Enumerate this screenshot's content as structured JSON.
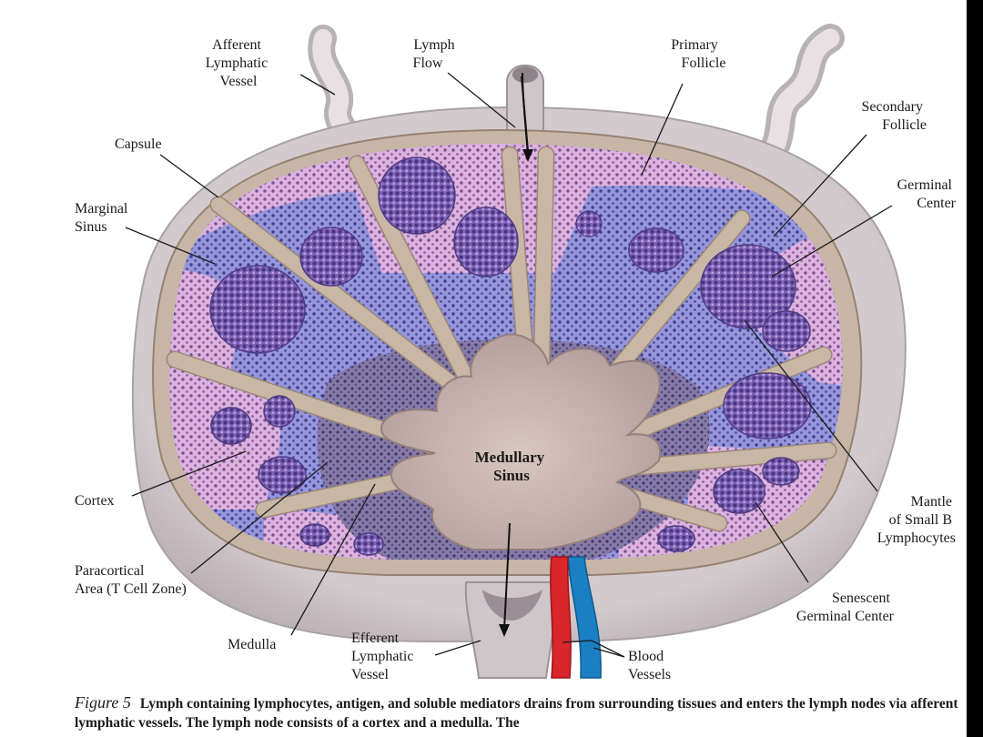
{
  "labels": {
    "afferent": [
      "Afferent",
      "Lymphatic",
      "Vessel"
    ],
    "lymph_flow": [
      "Lymph",
      "Flow"
    ],
    "primary_follicle": [
      "Primary",
      "Follicle"
    ],
    "secondary_follicle": [
      "Secondary",
      "Follicle"
    ],
    "germinal_center": [
      "Germinal",
      "Center"
    ],
    "capsule": [
      "Capsule"
    ],
    "marginal_sinus": [
      "Marginal",
      "Sinus"
    ],
    "medullary_sinus": [
      "Medullary",
      "Sinus"
    ],
    "cortex": [
      "Cortex"
    ],
    "mantle": [
      "Mantle",
      "of Small B",
      "Lymphocytes"
    ],
    "paracortical": [
      "Paracortical",
      "Area (T Cell Zone)"
    ],
    "senescent": [
      "Senescent",
      "Germinal Center"
    ],
    "medulla": [
      "Medulla"
    ],
    "efferent": [
      "Efferent",
      "Lymphatic",
      "Vessel"
    ],
    "blood_vessels": [
      "Blood",
      "Vessels"
    ]
  },
  "caption": {
    "figure": "Figure 5",
    "text": "Lymph containing lymphocytes, antigen, and soluble mediators drains from surrounding tissues and enters the lymph nodes via afferent lymphatic vessels. The lymph node consists of a cortex and a medulla. The"
  },
  "colors": {
    "capsule": "#cdc3c6",
    "cortex_pink": "#d6a8d9",
    "paracortex_blue": "#8f8fd8",
    "medulla": "#7d6f9c",
    "sinus": "#c8b3ad",
    "follicle": "#6a4fa3",
    "artery": "#d9262b",
    "vein": "#1b7fc4"
  }
}
